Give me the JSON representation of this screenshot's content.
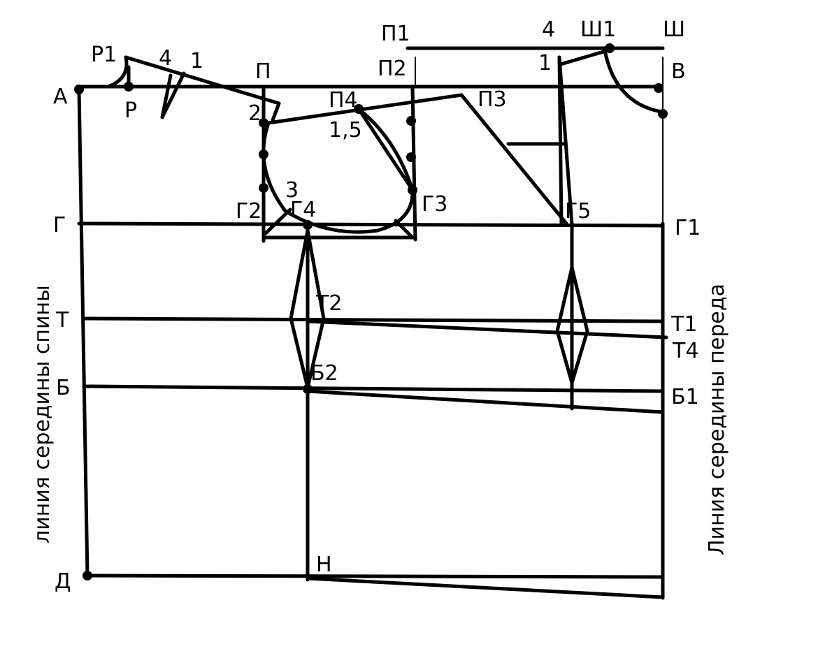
{
  "diagram": {
    "side_labels": {
      "back": "линия середины спины",
      "front": "Линия середины переда"
    },
    "points": {
      "A": "А",
      "G": "Г",
      "T": "Т",
      "B": "Б",
      "D": "Д",
      "R": "Р",
      "R1": "Р1",
      "n4_back": "4",
      "n1_back": "1",
      "P": "П",
      "n2": "2",
      "n3": "3",
      "G2": "Г2",
      "G4": "Г4",
      "P1": "П1",
      "P2": "П2",
      "P4": "П4",
      "n1_5": "1,5",
      "P3": "П3",
      "G3": "Г3",
      "n4_front": "4",
      "Sh1": "Ш1",
      "Sh": "Ш",
      "n1_front": "1",
      "V": "В",
      "G5": "Г5",
      "G1": "Г1",
      "T2": "Т2",
      "T1": "Т1",
      "T4": "Т4",
      "B2": "Б2",
      "B1": "Б1",
      "N": "Н"
    }
  }
}
